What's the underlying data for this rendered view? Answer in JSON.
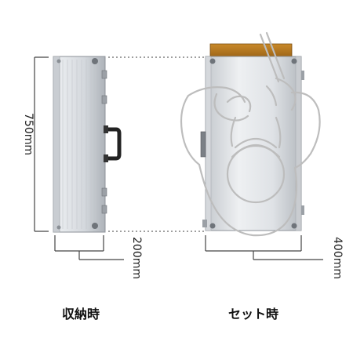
{
  "dimensions": {
    "height": "750mm",
    "width_stored": "200mm",
    "width_set": "400mm"
  },
  "captions": {
    "stored": "収納時",
    "set_up": "セット時"
  },
  "colors": {
    "case_body": "#d9dde2",
    "case_edge": "#b9bec4",
    "wood_top": "#b7791f",
    "outline": "#555555",
    "figure_line": "#bfbfbf"
  },
  "icons": {
    "handle": "handle-icon",
    "figure": "seated-figure-icon"
  }
}
